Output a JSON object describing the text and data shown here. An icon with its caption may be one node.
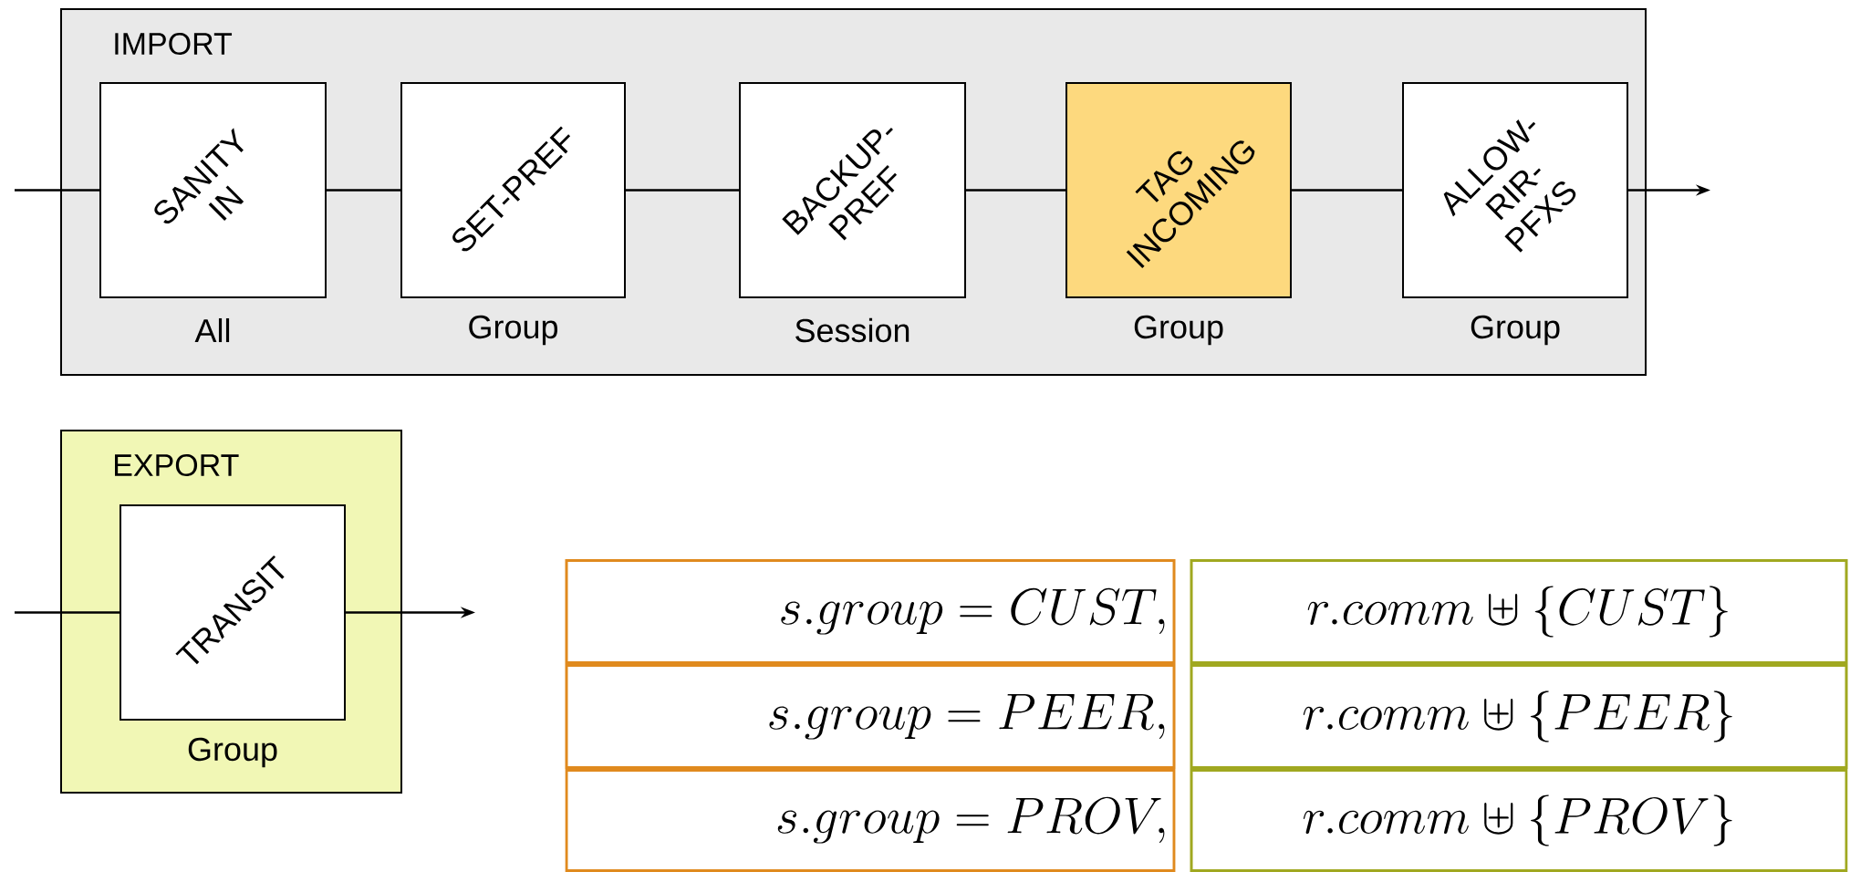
{
  "diagram": {
    "nodes": [
      {
        "text": [
          "IMPORT"
        ]
      },
      {
        "text": [
          "SANITY IN"
        ],
        "in": 0,
        "beside": [
          "All"
        ]
      },
      {
        "text": [
          "SET-PREF"
        ],
        "in": 0,
        "beside": [
          "Group"
        ]
      },
      {
        "text": [
          "BACKUP-PREF"
        ],
        "in": 0,
        "beside": [
          "Session"
        ]
      },
      {
        "text": [
          "TAG INCOMING"
        ],
        "in": 0,
        "beside": [
          "Group"
        ]
      },
      {
        "text": [
          "ALLOW-RIR-PFXS"
        ],
        "in": 0,
        "beside": [
          "Group"
        ]
      },
      {
        "text": [
          "EXPORT"
        ]
      },
      {
        "text": [
          "TRANSIT"
        ],
        "in": 6,
        "beside": [
          "Group"
        ]
      }
    ],
    "edges": [
      {
        "from": null,
        "to": 1,
        "arrow": "none"
      },
      {
        "from": 1,
        "to": 2,
        "arrow": "none"
      },
      {
        "from": 2,
        "to": 3,
        "arrow": "none"
      },
      {
        "from": 3,
        "to": 4,
        "arrow": "none"
      },
      {
        "from": 4,
        "to": 5,
        "arrow": "none"
      },
      {
        "from": 5,
        "to": null,
        "arrow": "to"
      },
      {
        "from": null,
        "to": 7,
        "arrow": "none"
      },
      {
        "from": 7,
        "to": null,
        "arrow": "to"
      }
    ],
    "labels": [
      "s.group = CUST,",
      "r.comm \\uplus \\{CUST\\}",
      "s.group = PEER,",
      "r.comm \\uplus \\{PEER\\}",
      "s.group = PROV,",
      "r.comm \\uplus \\{PROV\\}"
    ]
  }
}
